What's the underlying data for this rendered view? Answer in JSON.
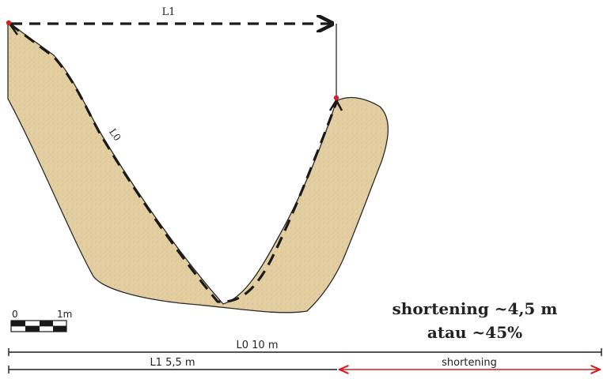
{
  "labels": {
    "l1": "L1",
    "l0": "L0",
    "scale_zero": "0",
    "scale_one": "1m",
    "shortening_summary": "shortening ~4,5 m",
    "percent_summary": "atau ~45%",
    "l0_measure": "L0 10 m",
    "l1_measure": "L1 5,5 m",
    "shortening_bar": "shortening"
  },
  "colors": {
    "fold_fill": "#e2cc9e",
    "fold_stroke": "#2a2a2a",
    "dash": "#1a1a1a",
    "point": "#cc2222",
    "shortening_arrow": "#d11a1a",
    "text": "#222222"
  }
}
